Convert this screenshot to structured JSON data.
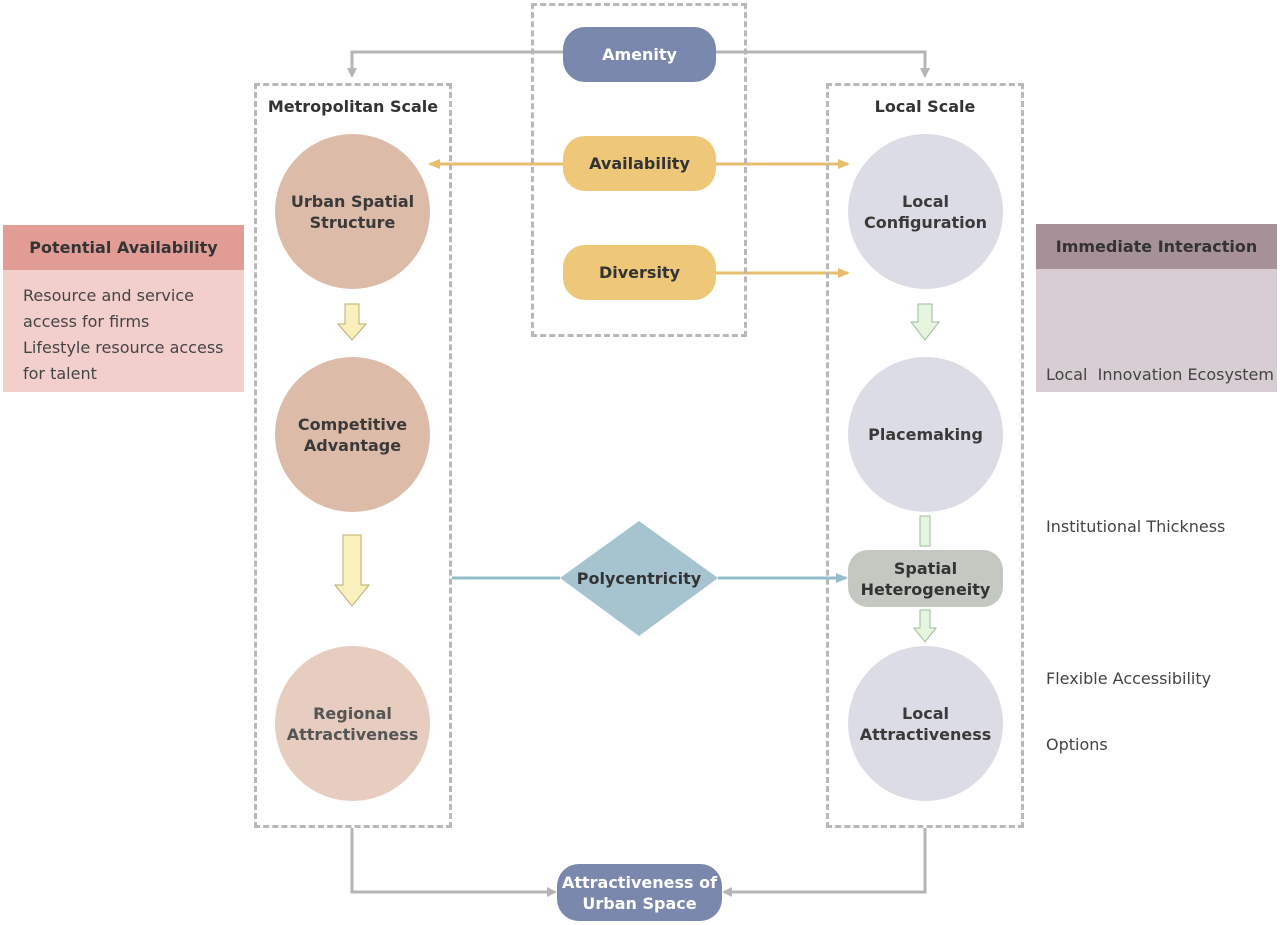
{
  "metropolitan": {
    "title": "Metropolitan Scale",
    "circles": [
      [
        "Urban Spatial",
        "Structure"
      ],
      [
        "Competitive",
        "Advantage"
      ],
      [
        "Regional",
        "Attractiveness"
      ]
    ]
  },
  "local": {
    "title": "Local Scale",
    "circles": [
      [
        "Local",
        "Configuration"
      ],
      [
        "Placemaking"
      ],
      [
        "Local",
        "Attractiveness"
      ]
    ],
    "spatial": [
      "Spatial",
      "Heterogeneity"
    ]
  },
  "center": {
    "amenity": "Amenity",
    "availability": "Availability",
    "diversity": "Diversity",
    "polycentricity": "Polycentricity",
    "bottom": [
      "Attractiveness of",
      "Urban Space"
    ]
  },
  "potential": {
    "title": "Potential Availability",
    "items": [
      [
        "Resource and service",
        "access for firms"
      ],
      [
        "Lifestyle resource access",
        "for talent"
      ]
    ]
  },
  "immediate": {
    "title": "Immediate Interaction",
    "items": [
      [
        "Local  Innovation Ecosystem"
      ],
      [
        "Institutional Thickness"
      ],
      [
        "Flexible Accessibility",
        "Options"
      ]
    ]
  },
  "colors": {
    "amenity": "#7b88ae",
    "yellow": "#eec779",
    "brown_circle": "#dcbca8",
    "light_brown": "#e6cdbf",
    "lavender": "#dcdce6",
    "diamond": "#a5c4d0",
    "potential_head": "#e29c96",
    "potential_body": "#f3cfcc",
    "immediate_head": "#a79198",
    "immediate_body": "#d7cdd2"
  }
}
